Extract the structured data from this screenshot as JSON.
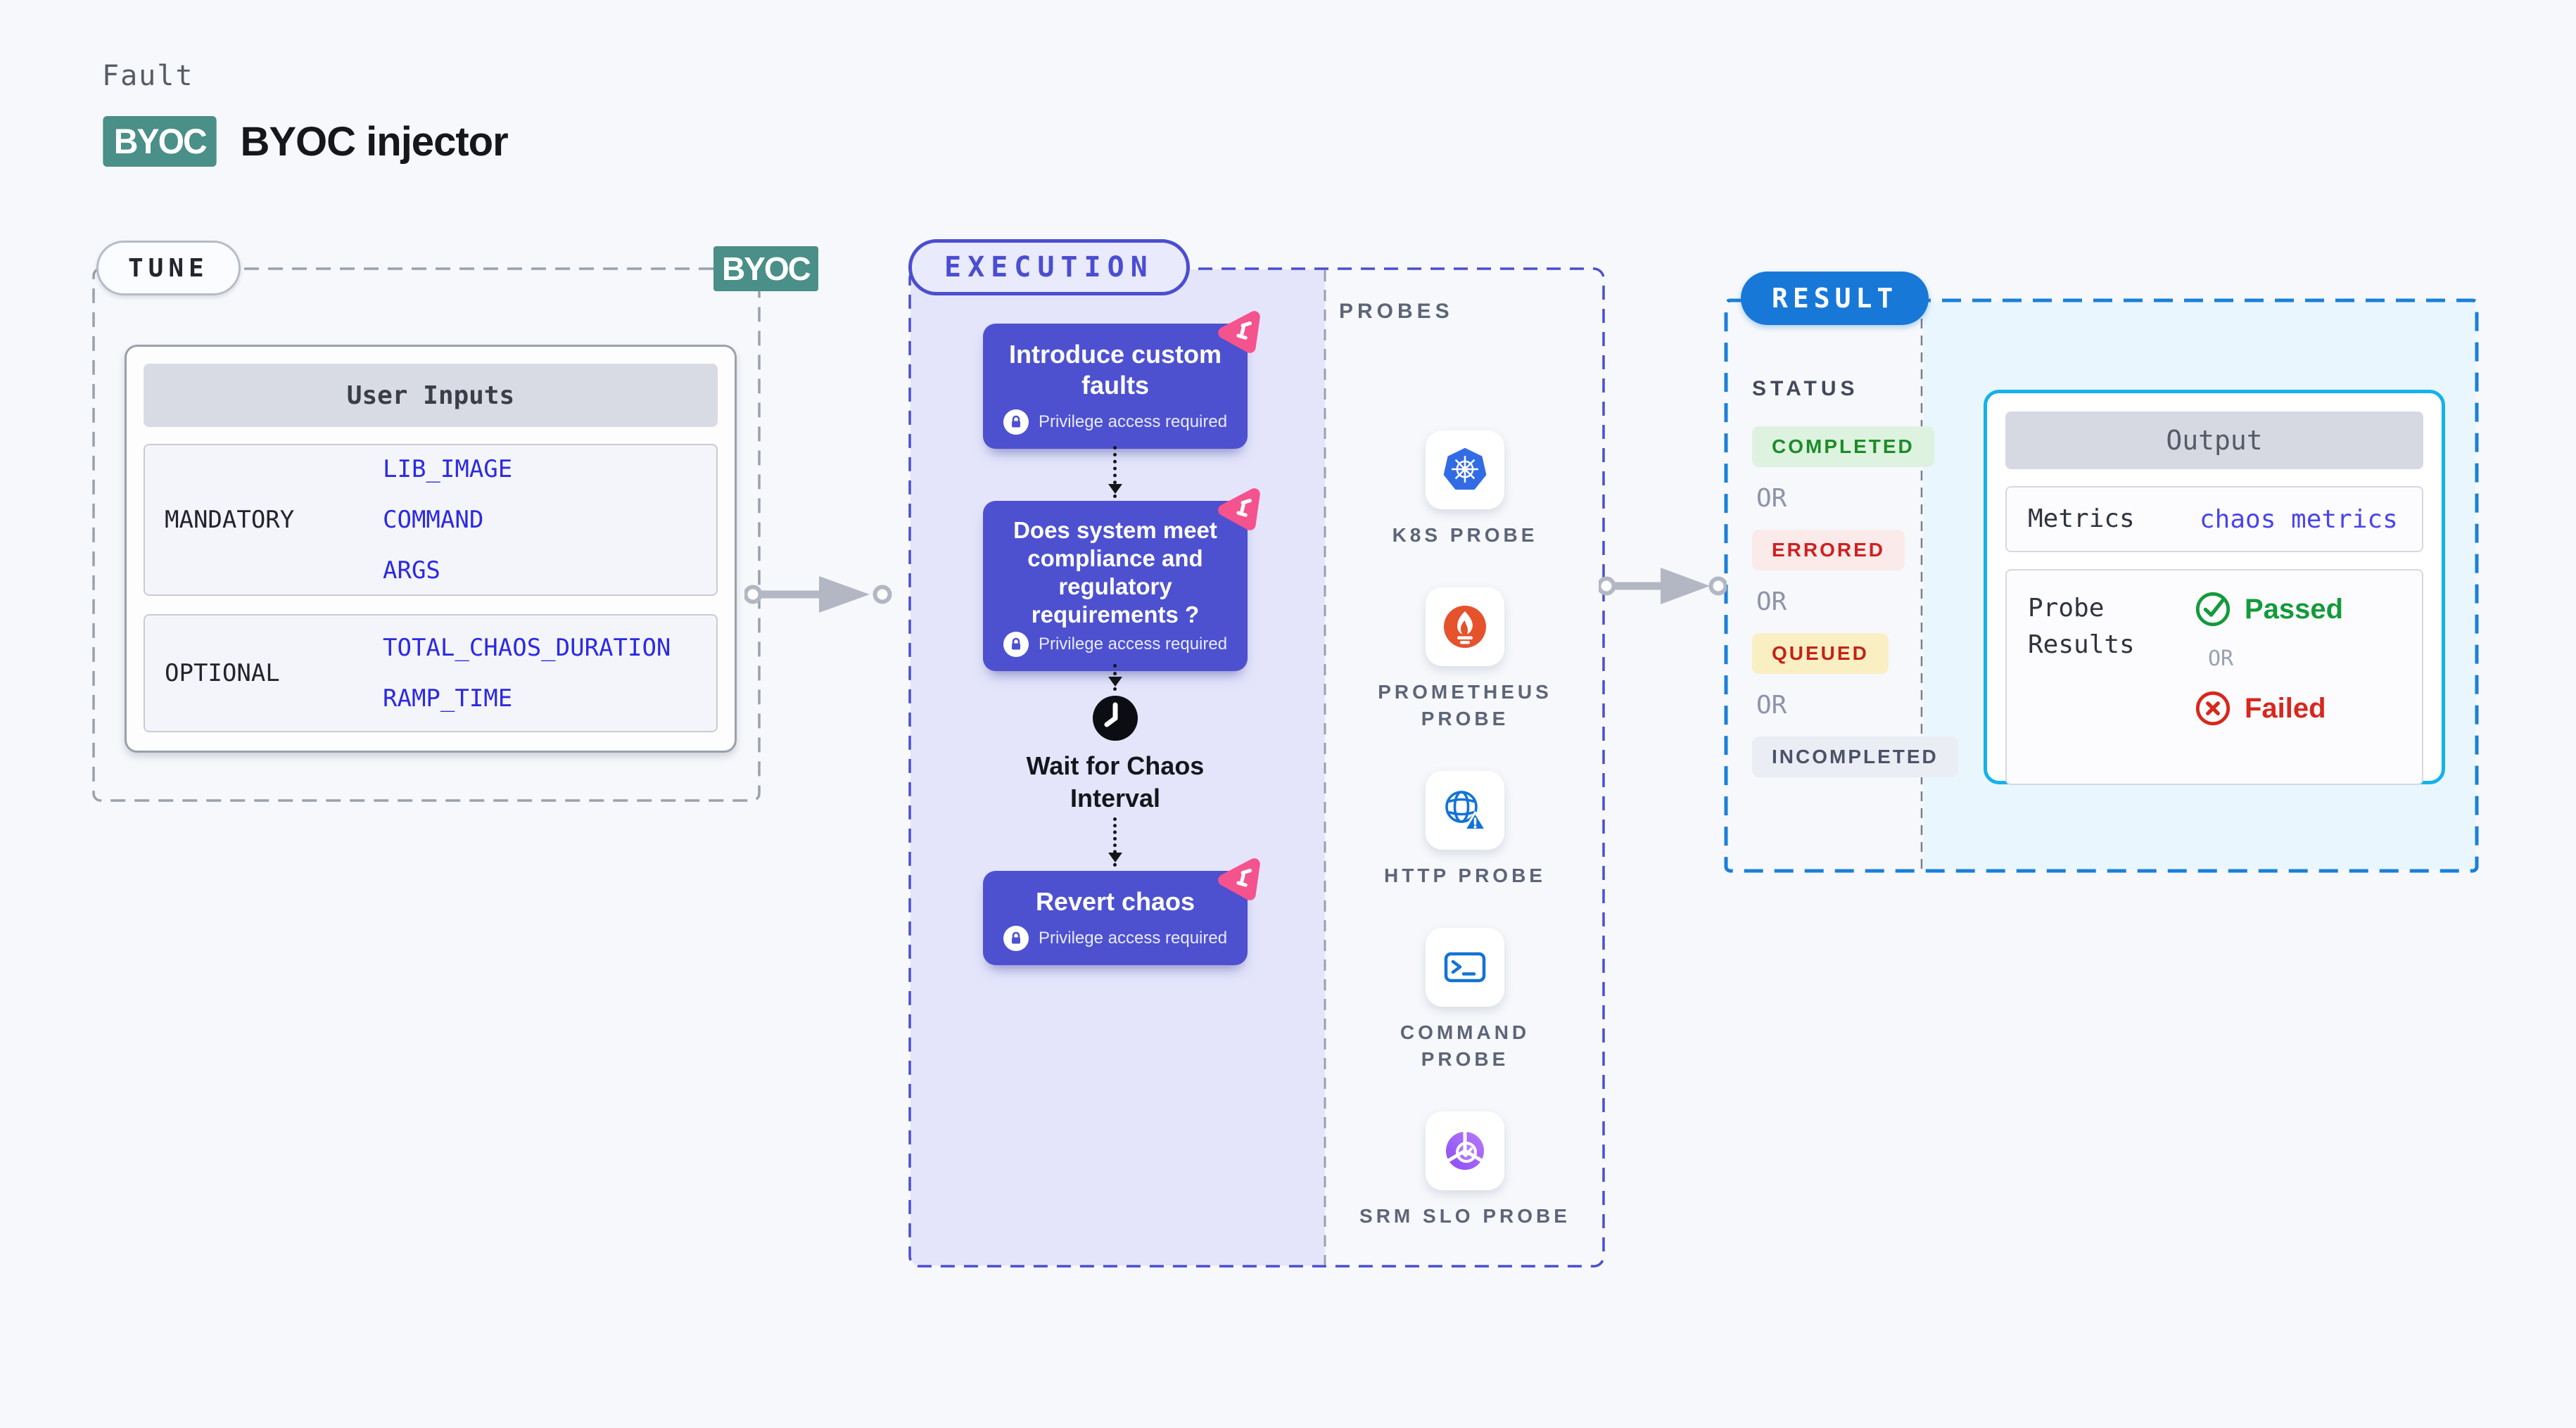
{
  "header": {
    "kicker": "Fault",
    "badge": "BYOC",
    "title": "BYOC injector"
  },
  "tune": {
    "pill_label": "TUNE",
    "corner_badge": "BYOC",
    "card": {
      "header": "User Inputs",
      "rows": [
        {
          "label": "MANDATORY",
          "values": [
            "LIB_IMAGE",
            "COMMAND",
            "ARGS"
          ]
        },
        {
          "label": "OPTIONAL",
          "values": [
            "TOTAL_CHAOS_DURATION",
            "RAMP_TIME"
          ]
        }
      ]
    }
  },
  "execution": {
    "pill_label": "EXECUTION",
    "steps": [
      {
        "title": "Introduce custom faults",
        "note": "Privilege access required"
      },
      {
        "title": "Does system meet compliance and regulatory requirements ?",
        "note": "Privilege access required"
      },
      {
        "title": "Wait for Chaos Interval"
      },
      {
        "title": "Revert chaos",
        "note": "Privilege access required"
      }
    ]
  },
  "probes": {
    "label": "PROBES",
    "items": [
      {
        "name": "K8S PROBE",
        "icon": "kubernetes-icon"
      },
      {
        "name": "PROMETHEUS PROBE",
        "icon": "prometheus-icon"
      },
      {
        "name": "HTTP PROBE",
        "icon": "http-globe-icon"
      },
      {
        "name": "COMMAND PROBE",
        "icon": "terminal-icon"
      },
      {
        "name": "SRM SLO PROBE",
        "icon": "srm-slo-icon"
      }
    ]
  },
  "result": {
    "pill_label": "RESULT",
    "status_label": "STATUS",
    "or_label": "OR",
    "statuses": [
      {
        "label": "COMPLETED",
        "bg": "#DDF3DF",
        "color": "#1D8C28"
      },
      {
        "label": "ERRORED",
        "bg": "#FBEAEA",
        "color": "#CE2121"
      },
      {
        "label": "QUEUED",
        "bg": "#F9EFC3",
        "color": "#C32318"
      },
      {
        "label": "INCOMPLETED",
        "bg": "#EBEDF5",
        "color": "#4C5267"
      }
    ],
    "output": {
      "header": "Output",
      "metrics_label": "Metrics",
      "metrics_value": "chaos metrics",
      "probe_results_label": "Probe Results",
      "passed_label": "Passed",
      "failed_label": "Failed"
    }
  },
  "colors": {
    "teal_badge": "#4A8F88",
    "flow_purple": "#4D51D0",
    "execution_border": "#4B4ED1",
    "execution_fill": "#E4E5FB",
    "pink_accent": "#F4538D",
    "result_blue": "#1878D8",
    "output_border": "#14B2EA",
    "input_value_blue": "#2C2AE2",
    "metrics_value_blue": "#4A44ED",
    "passed_green": "#149A3C",
    "failed_red": "#D8271E",
    "k8s_blue": "#326CE5",
    "prometheus_orange": "#E6522C",
    "http_blue": "#1273D6",
    "srm_purple": "#8A4DF5"
  }
}
